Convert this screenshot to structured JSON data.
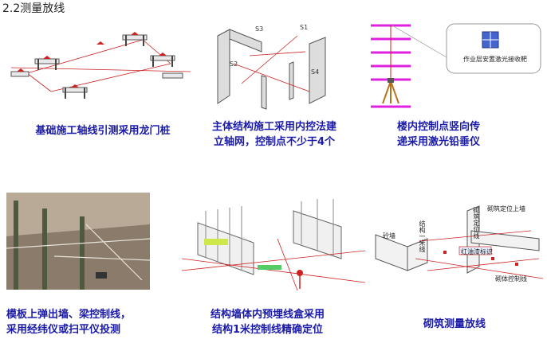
{
  "section_title": "2.2测量放线",
  "panels": [
    {
      "caption_lines": [
        "基础施工轴线引测采用龙门桩"
      ]
    },
    {
      "caption_lines": [
        "主体结构施工采用内控法建",
        "立轴网，控制点不少于4个"
      ],
      "labels": {
        "s1": "S1",
        "s2": "S2",
        "s3": "S3",
        "s4": "S4"
      }
    },
    {
      "caption_lines": [
        "楼内控制点竖向传",
        "递采用激光铅垂仪"
      ],
      "callout": "作业层安置激光接收靶"
    },
    {
      "caption_lines": [
        "模板上弹出墙、梁控制线，",
        "采用经纬仪或扫平仪投测"
      ]
    },
    {
      "caption_lines": [
        "结构墙体内预埋线盒采用",
        "结构1米控制线精确定位"
      ]
    },
    {
      "caption_lines": [
        "砌筑测量放线"
      ],
      "labels": {
        "beam_line": "结构一米线",
        "wall_line_top": "砌筑定位线",
        "col": "砼墙",
        "red_mark": "红油漆标识",
        "wall_line": "砌体控制线",
        "wall_top": "砌筑定位上墙"
      }
    }
  ]
}
